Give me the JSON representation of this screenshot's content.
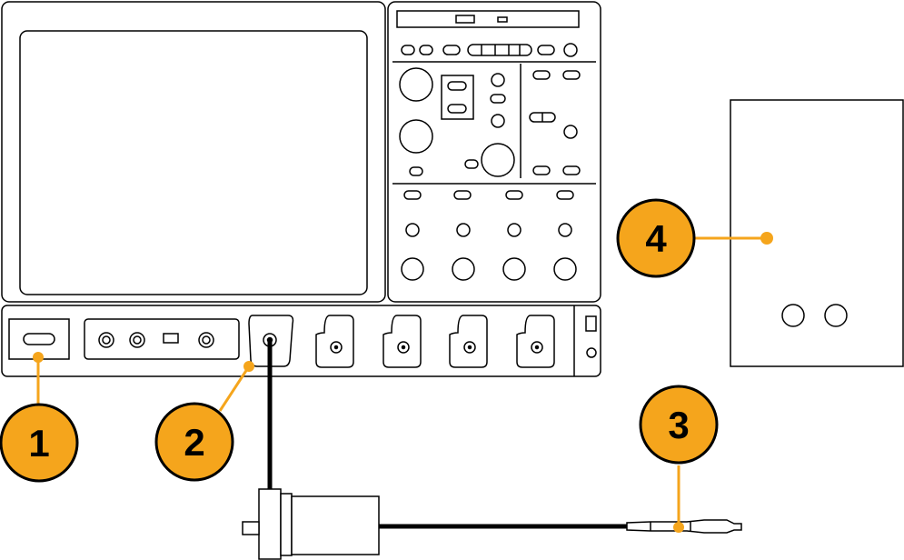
{
  "colors": {
    "callout_fill": "#f5a51c",
    "callout_outline": "#000000",
    "leader_line": "#f5a51c",
    "equipment_outline": "#000000",
    "equipment_fill": "#ffffff",
    "cable": "#000000"
  },
  "callouts": [
    {
      "id": "1",
      "label": "1"
    },
    {
      "id": "2",
      "label": "2"
    },
    {
      "id": "3",
      "label": "3"
    },
    {
      "id": "4",
      "label": "4"
    }
  ],
  "components": {
    "oscilloscope": "oscilloscope-front-panel",
    "external_module": "external-device-box",
    "adapter": "optical-adapter",
    "fiber": "optical-fiber-cable"
  }
}
